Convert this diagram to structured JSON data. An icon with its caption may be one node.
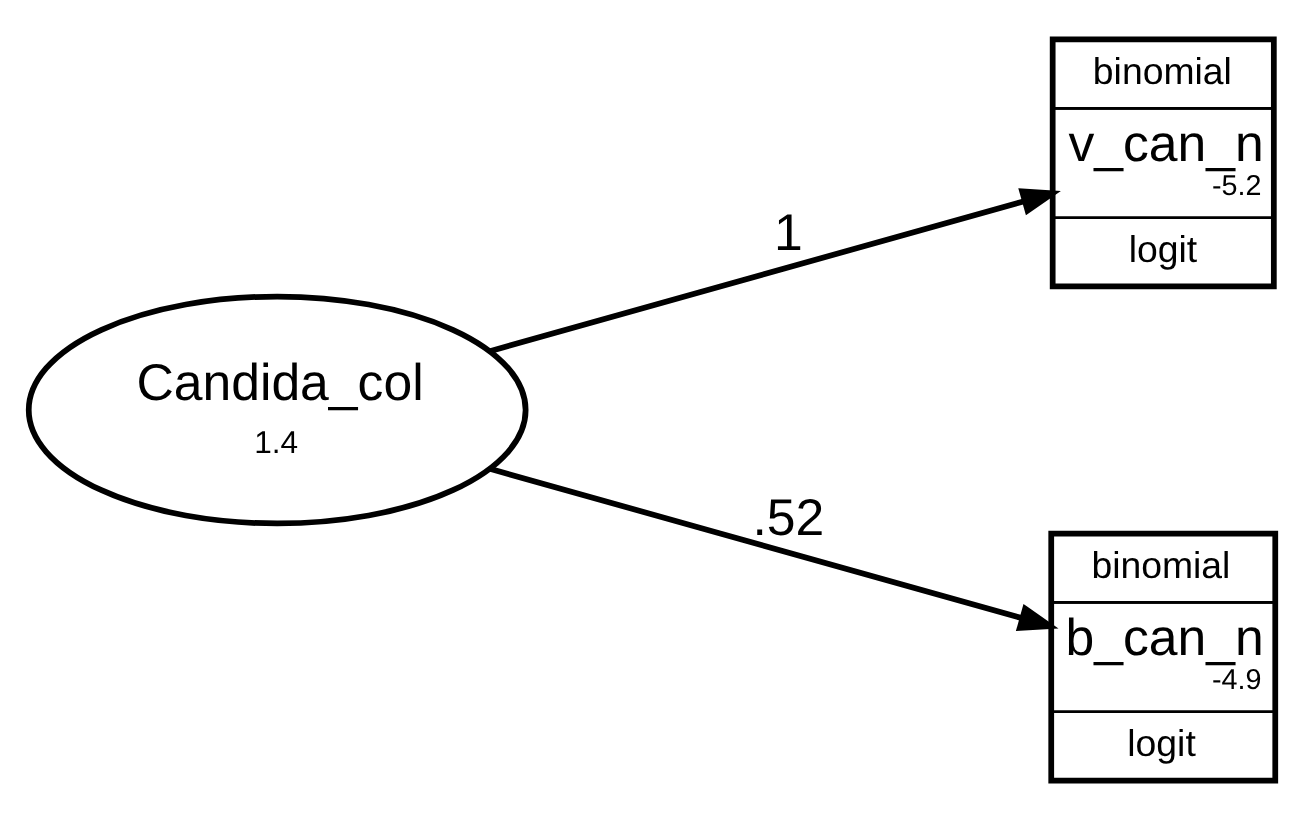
{
  "diagram": {
    "nodes": [
      {
        "text": [
          "Candida_col",
          "1.4"
        ]
      },
      {
        "text": [
          "binomial",
          "v_can_n",
          "-5.2",
          "logit"
        ]
      },
      {
        "text": [
          "binomial",
          "b_can_n",
          "-4.9",
          "logit"
        ]
      }
    ],
    "edges": [
      {
        "from": 0,
        "to": 1,
        "arrow": "to",
        "label": "1"
      },
      {
        "from": 0,
        "to": 2,
        "arrow": "to",
        "label": ".52"
      }
    ]
  }
}
